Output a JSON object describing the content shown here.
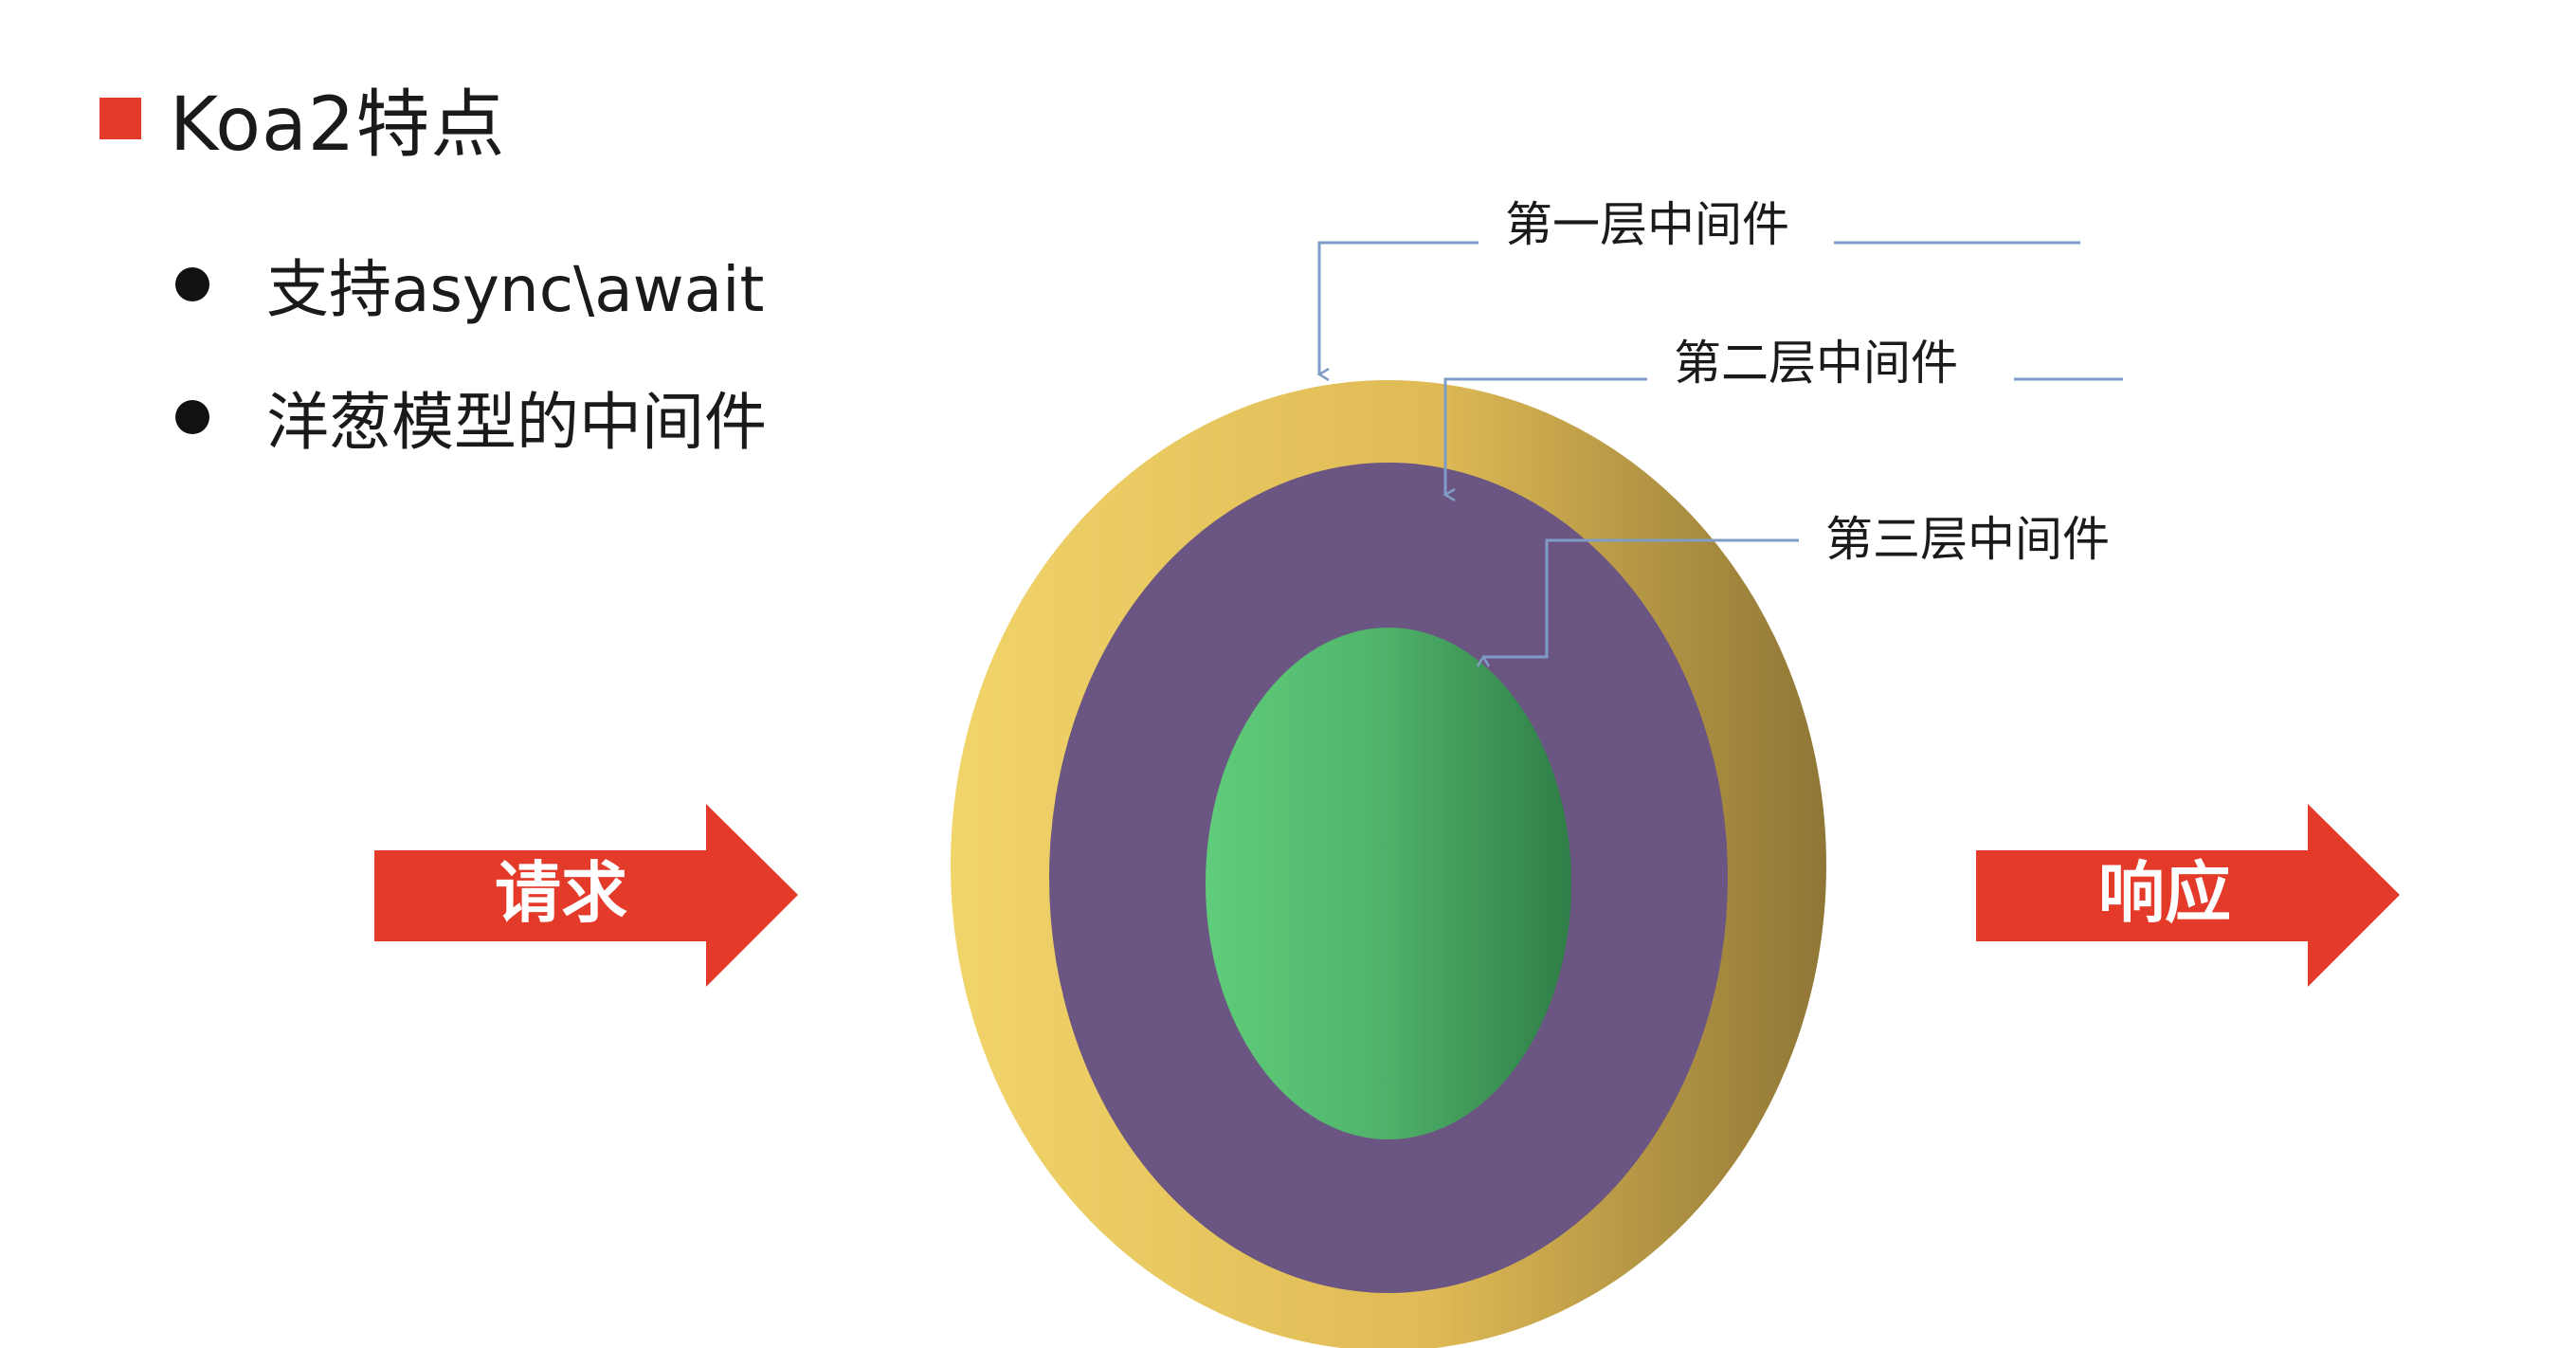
{
  "title": {
    "text": "Koa2特点",
    "marker_color": "#e43a2a"
  },
  "bullets": [
    {
      "text": "支持async\\await"
    },
    {
      "text": "洋葱模型的中间件"
    }
  ],
  "diagram": {
    "layers": [
      {
        "label": "第一层中间件",
        "color": "#e8c357"
      },
      {
        "label": "第二层中间件",
        "color": "#6a5583"
      },
      {
        "label": "第三层中间件",
        "color": "#4fb56a"
      }
    ],
    "request_label": "请求",
    "response_label": "响应",
    "arrow_color": "#e43a2a",
    "leader_color": "#7f9cc4"
  }
}
